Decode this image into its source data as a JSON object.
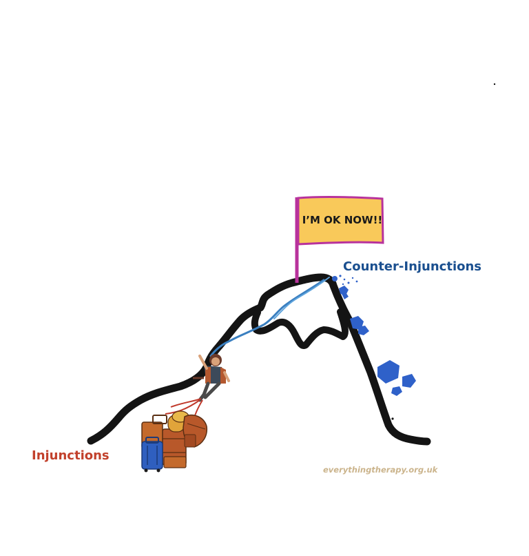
{
  "flag": {
    "text": "I’M OK NOW!!"
  },
  "labels": {
    "counter_injunctions": "Counter-Injunctions",
    "injunctions": "Injunctions"
  },
  "watermark": "everythingtherapy.org.uk",
  "colors": {
    "mountain_line": "#141414",
    "flag_fill": "#f9c95a",
    "flag_border": "#b8329c",
    "rope": "#3a7fc0",
    "rocks": "#2f61c9",
    "counter_label": "#1a4f8f",
    "injunctions_label": "#c2412c",
    "watermark": "#cbb48c"
  },
  "icons": [
    "climber-figure",
    "luggage-pile",
    "falling-rocks",
    "summit-flag"
  ]
}
